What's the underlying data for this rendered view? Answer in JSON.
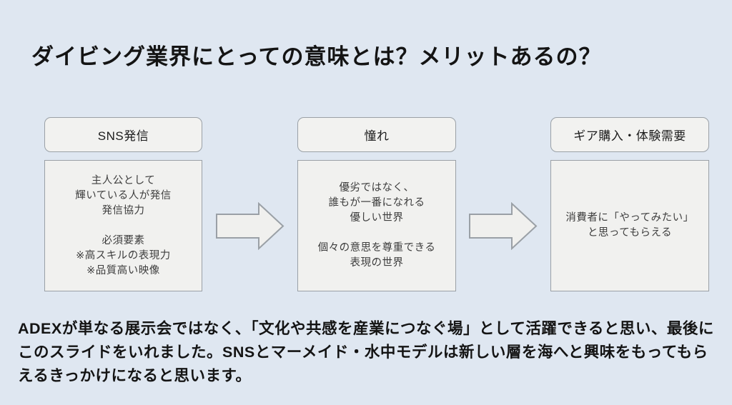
{
  "slide": {
    "title": "ダイビング業界にとっての意味とは？メリットあるの？",
    "columns": [
      {
        "header": "SNS発信",
        "body": "主人公として\n輝いている人が発信\n発信協力\n\n必須要素\n※高スキルの表現力\n※品質高い映像"
      },
      {
        "header": "憧れ",
        "body": "優劣ではなく、\n誰もが一番になれる\n優しい世界\n\n個々の意思を尊重できる\n表現の世界"
      },
      {
        "header": "ギア購入・体験需要",
        "body": "消費者に「やってみたい」\nと思ってもらえる"
      }
    ],
    "footer": "ADEXが単なる展示会ではなく、「文化や共感を産業につなぐ場」として活躍できると思い、最後にこのスライドをいれました。SNSとマーメイド・水中モデルは新しい層を海へと興味をもってもらえるきっかけになると思います。",
    "colors": {
      "background": "#dfe7f1",
      "box_fill": "#f1f1ef",
      "box_border": "#9aa0a6",
      "text": "#141414"
    }
  }
}
